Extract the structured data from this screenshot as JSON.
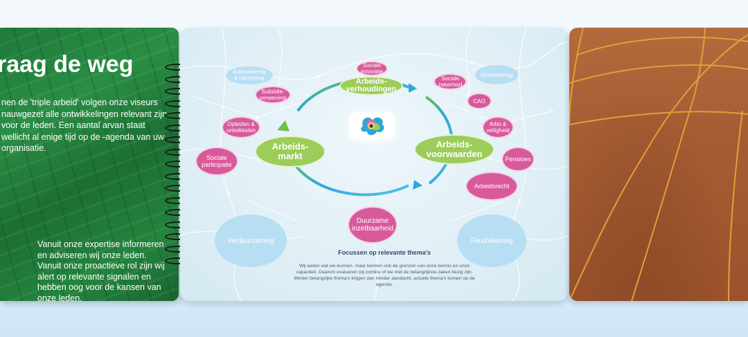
{
  "left_page": {
    "title": "raag de weg",
    "intro": "nen de 'triple arbeid' volgen onze viseurs nauwgezet alle ontwikkelingen relevant zijn voor de leden. Een aantal arvan staat wellicht al enige tijd op de -agenda van uw organisatie.",
    "expertise": "Vanuit onze expertise informeren en adviseren wij onze leden. Vanuit onze proactieve rol zijn wij alert op relevante signalen en hebben oog voor de kansen van onze leden."
  },
  "center_page": {
    "hubs": {
      "arbeidsverhoudingen": "Arbeids-\nverhoudingen",
      "arbeidsmarkt": "Arbeids-\nmarkt",
      "arbeidsvoorwaarden": "Arbeids-\nvoorwaarden"
    },
    "topics": {
      "sociale_innovatie": "Sociale\ninnovatie",
      "automatisering": "Automatisering\n& robotisering",
      "subsidieverwerving": "Subsidie-\nverwerving",
      "opleiden": "Opleiden &\nontwikkelen",
      "sociale_participatie": "Sociale\nparticipatie",
      "sociale_zekerheid": "Sociale\nzekerheid",
      "globalisering": "Globalisering",
      "cao": "CAO",
      "arbo": "Arbo &\nveiligheid",
      "pensioen": "Pensioen",
      "arbeidsrecht": "Arbeidsrecht",
      "duurzame_inzetbaarheid": "Duurzame\ninzetbaarheid",
      "verduurzaming": "Verduurzaming",
      "flexibilisering": "Flexibilisering"
    },
    "focus_title": "Focussen op relevante thema's",
    "focus_body": "Wij weten wat we kunnen, maar kennen ook de grenzen van onze kennis en onze capaciteit. Daarom evalueren wij continu of we met de belangrijkste zaken bezig zijn. Minder belangrijke thema's krijgen dan minder aandacht, actuele thema's komen op de agenda."
  },
  "colors": {
    "pink": "#d85a9b",
    "green": "#9ccc5a",
    "light_blue": "#b8def4",
    "leaf_green": "#1e7a3a",
    "track_red": "#a65c33",
    "lane_orange": "#e8a23a"
  }
}
